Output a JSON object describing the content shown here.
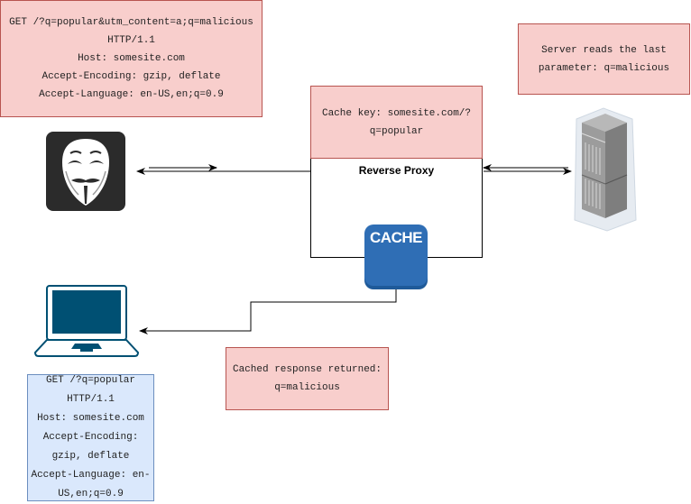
{
  "diagram": {
    "attacker_request": {
      "lines": "GET /?q=popular&utm_content=a;q=malicious\nHTTP/1.1\nHost: somesite.com\nAccept-Encoding: gzip, deflate\nAccept-Language: en-US,en;q=0.9"
    },
    "server_note": {
      "text": "Server reads the last\nparameter: q=malicious"
    },
    "cache_key_note": {
      "text": "Cache key: somesite.com/?\nq=popular"
    },
    "reverse_proxy": {
      "label": "Reverse Proxy"
    },
    "cache_icon": {
      "label": "CACHE"
    },
    "cached_response_note": {
      "text": "Cached response returned:\nq=malicious"
    },
    "victim_request": {
      "lines": "GET /?q=popular\nHTTP/1.1\nHost: somesite.com\nAccept-Encoding:\ngzip, deflate\nAccept-Language: en-\nUS,en;q=0.9"
    },
    "icons": {
      "attacker": "anonymous-mask-icon",
      "server": "server-rack-icon",
      "cache": "cache-icon",
      "victim": "laptop-icon"
    },
    "colors": {
      "note_red_fill": "#f8cecc",
      "note_red_border": "#b85450",
      "note_blue_fill": "#dae8fc",
      "note_blue_border": "#6c8ebf",
      "cache_blue": "#2f6eb5",
      "laptop_blue": "#005073",
      "mask_bg": "#2b2b2b"
    }
  }
}
